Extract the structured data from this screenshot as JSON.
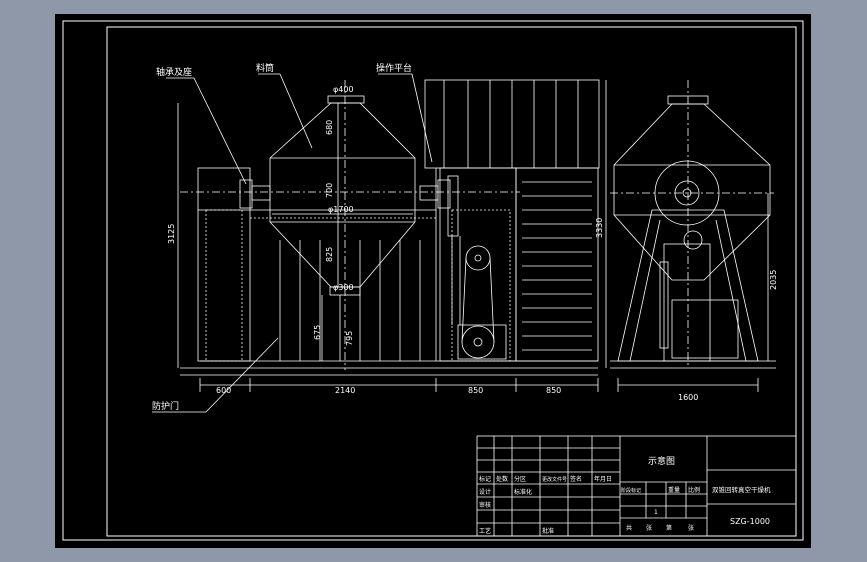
{
  "colors": {
    "outer_background": "#8e98a8",
    "drawing_background": "#000000",
    "linework": "#ffffff"
  },
  "callouts": {
    "bearing_seat": "轴承及座",
    "hopper": "料筒",
    "platform": "操作平台",
    "guard_door": "防护门"
  },
  "dimensions": {
    "top_port": "φ400",
    "bottom_port": "φ300",
    "upper_cone": "680",
    "cylinder": "700",
    "diameter": "φ1700",
    "lower_cone": "825",
    "outlet_height": "675",
    "frame_height": "795",
    "total_height": "3125",
    "platform_height": "3330",
    "side_height": "2035",
    "width_left": "600",
    "width_main": "2140",
    "width_drive": "850",
    "width_stairs": "850",
    "side_width": "1600"
  },
  "title_block": {
    "drawing_title": "示意图",
    "product_name": "双锥回转真空干燥机",
    "model": "SZG-1000",
    "row_labels": [
      "标记",
      "设计",
      "审核",
      "工艺"
    ],
    "mark_cells": [
      "处数",
      "分区",
      "更改文件号",
      "签名",
      "年月日"
    ],
    "stage_cells": [
      "阶段标记",
      "重量",
      "比例"
    ],
    "sheet_cells": [
      "共",
      "张",
      "第",
      "张"
    ],
    "standardization": "标准化",
    "approval": "批准",
    "scale_value": "1"
  }
}
